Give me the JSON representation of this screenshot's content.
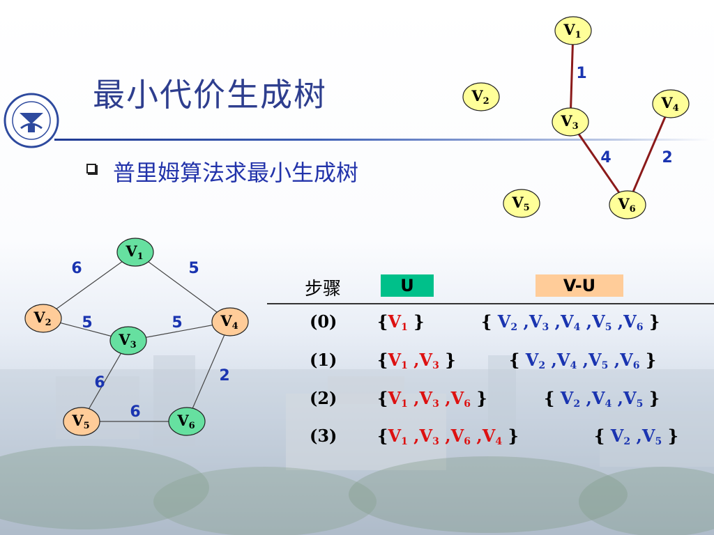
{
  "title": "最小代价生成树",
  "subtitle": "普里姆算法求最小生成树",
  "colors": {
    "title": "#2e3e8e",
    "subtitle": "#2233aa",
    "in_tree_node": "#66e0a0",
    "out_tree_node": "#ffcc99",
    "mst_node": "#ffff99",
    "mst_edge": "#8b1a1a",
    "weight": "#1a34b0",
    "u_set": "#dd1111",
    "vu_set": "#1a34b0"
  },
  "graph": {
    "nodes": [
      {
        "id": "V1",
        "label": "V",
        "sub": "1"
      },
      {
        "id": "V2",
        "label": "V",
        "sub": "2"
      },
      {
        "id": "V3",
        "label": "V",
        "sub": "3"
      },
      {
        "id": "V4",
        "label": "V",
        "sub": "4"
      },
      {
        "id": "V5",
        "label": "V",
        "sub": "5"
      },
      {
        "id": "V6",
        "label": "V",
        "sub": "6"
      }
    ],
    "edges": [
      {
        "from": "V1",
        "to": "V2",
        "weight": "6"
      },
      {
        "from": "V1",
        "to": "V4",
        "weight": "5"
      },
      {
        "from": "V2",
        "to": "V3",
        "weight": "5"
      },
      {
        "from": "V3",
        "to": "V4",
        "weight": "5"
      },
      {
        "from": "V3",
        "to": "V5",
        "weight": "6"
      },
      {
        "from": "V4",
        "to": "V6",
        "weight": "2"
      },
      {
        "from": "V5",
        "to": "V6",
        "weight": "6"
      }
    ]
  },
  "mst": {
    "edges": [
      {
        "from": "V1",
        "to": "V3",
        "weight": "1"
      },
      {
        "from": "V3",
        "to": "V6",
        "weight": "4"
      },
      {
        "from": "V4",
        "to": "V6",
        "weight": "2"
      }
    ]
  },
  "table": {
    "step_header": "步骤",
    "u_header": "U",
    "vu_header": "V-U",
    "rows": [
      {
        "step": "(0)",
        "u": [
          "1"
        ],
        "vu": [
          "2",
          "3",
          "4",
          "5",
          "6"
        ]
      },
      {
        "step": "(1)",
        "u": [
          "1",
          "3"
        ],
        "vu": [
          "2",
          "4",
          "5",
          "6"
        ]
      },
      {
        "step": "(2)",
        "u": [
          "1",
          "3",
          "6"
        ],
        "vu": [
          "2",
          "4",
          "5"
        ]
      },
      {
        "step": "(3)",
        "u": [
          "1",
          "3",
          "6",
          "4"
        ],
        "vu": [
          "2",
          "5"
        ]
      }
    ]
  }
}
